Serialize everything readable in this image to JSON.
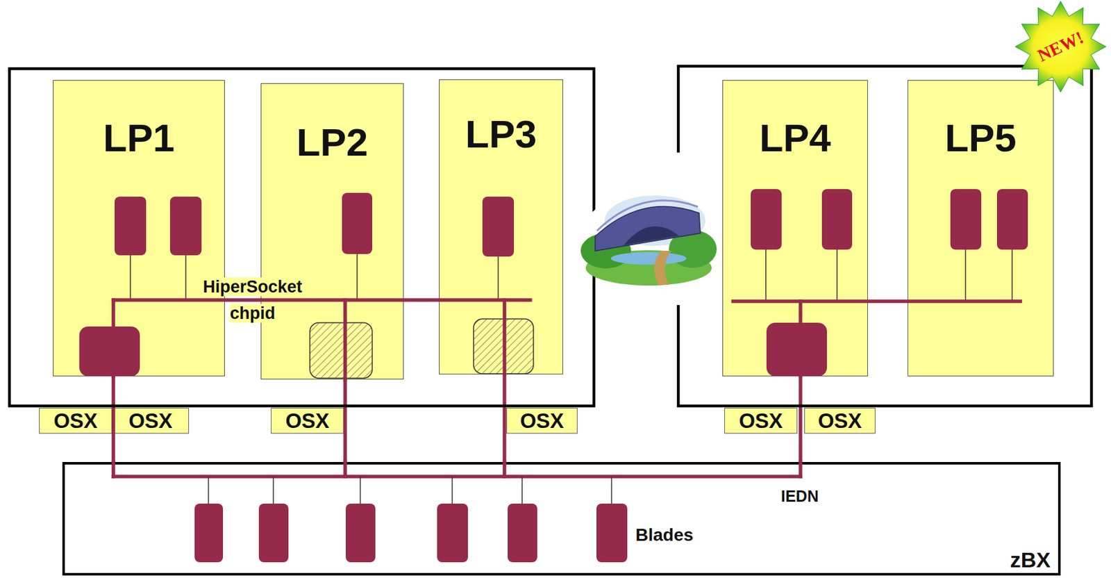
{
  "diagram": {
    "nodes": [
      {
        "text": [
          "LP1"
        ]
      },
      {
        "text": [
          "LP2"
        ]
      },
      {
        "text": [
          "LP3"
        ]
      },
      {
        "text": [
          "LP4"
        ]
      },
      {
        "text": [
          "LP5"
        ]
      },
      {
        "text": [
          "OSX"
        ]
      },
      {
        "text": [
          "OSX"
        ]
      },
      {
        "text": [
          "OSX"
        ]
      },
      {
        "text": [
          "OSX"
        ]
      },
      {
        "text": [
          "OSX"
        ]
      },
      {
        "text": [
          "OSX"
        ]
      },
      {
        "text": [
          "zBX"
        ]
      }
    ],
    "edges": [
      {
        "from": 0,
        "to": 11,
        "arrow": "none"
      },
      {
        "from": 1,
        "to": 11,
        "arrow": "none"
      },
      {
        "from": 2,
        "to": 11,
        "arrow": "none"
      },
      {
        "from": 3,
        "to": 11,
        "arrow": "none"
      }
    ],
    "labels": [
      "NEW!",
      "HiperSocket chpid",
      "IEDN",
      "Blades"
    ]
  }
}
